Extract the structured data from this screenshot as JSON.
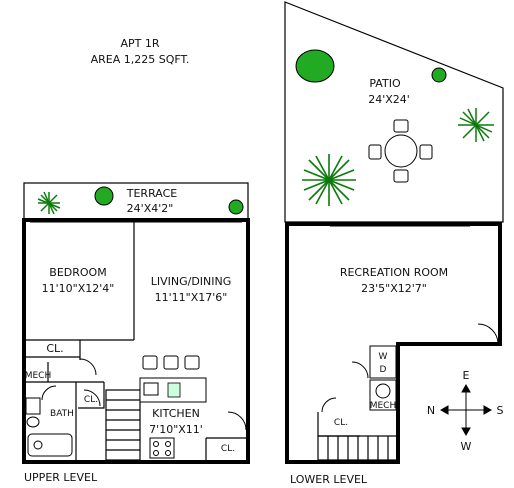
{
  "apartment": {
    "name": "APT 1R",
    "area": "AREA 1,225 SQFT."
  },
  "upper": {
    "caption": "UPPER LEVEL",
    "terrace": {
      "name": "TERRACE",
      "size": "24'X4'2\""
    },
    "bedroom": {
      "name": "BEDROOM",
      "size": "11'10\"X12'4\""
    },
    "living": {
      "name": "LIVING/DINING",
      "size": "11'11\"X17'6\""
    },
    "kitchen": {
      "name": "KITCHEN",
      "size": "7'10\"X11'"
    },
    "bath": "BATH",
    "mech": "MECH",
    "closet": "CL."
  },
  "lower": {
    "caption": "LOWER LEVEL",
    "patio": {
      "name": "PATIO",
      "size": "24'X24'"
    },
    "recreation": {
      "name": "RECREATION ROOM",
      "size": "23'5\"X12'7\""
    },
    "washer_dryer": {
      "w": "W",
      "d": "D"
    },
    "mech": "MECH",
    "closet": "CL."
  },
  "compass": {
    "n": "N",
    "s": "S",
    "e": "E",
    "w": "W"
  },
  "colors": {
    "plant": "#22aa22",
    "wall": "#000000"
  }
}
